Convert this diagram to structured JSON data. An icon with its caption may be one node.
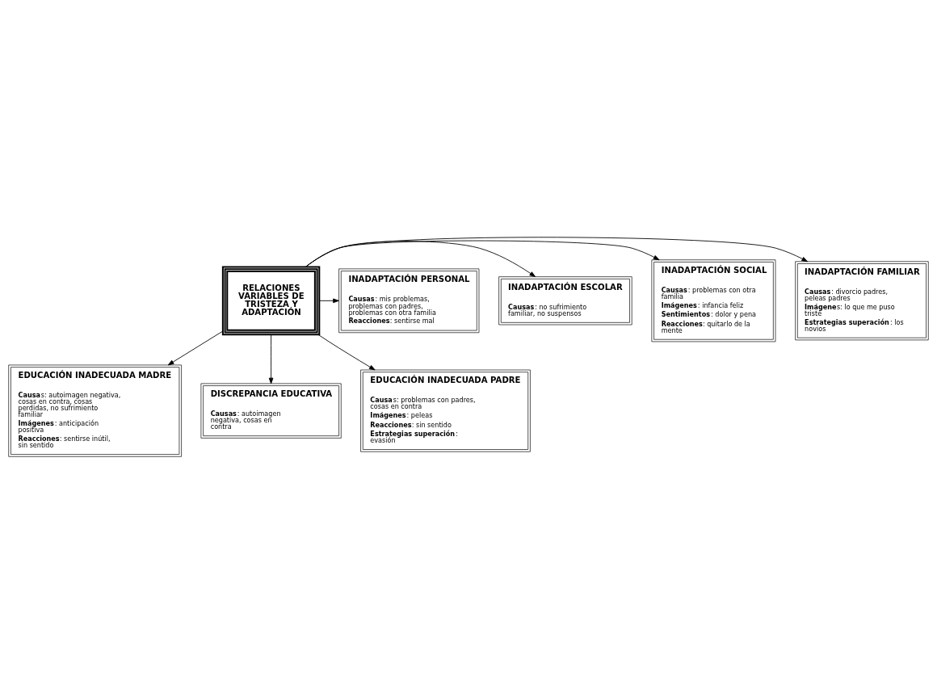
{
  "diagram": {
    "nodes": [
      {
        "text": [
          "RELACIONES VARIABLES DE TRISTEZA Y ADAPTACIÓN"
        ]
      },
      {
        "text": [
          "INADAPTACIÓN PERSONAL",
          "**Causas**: mis problemas, problemas con padres, problemas con otra familia",
          "**Reacciones**: sentirse mal"
        ]
      },
      {
        "text": [
          "INADAPTACIÓN ESCOLAR",
          "**Causas**: no sufrimiento familiar, no suspensos"
        ]
      },
      {
        "text": [
          "INADAPTACIÓN SOCIAL",
          "**Causas**: problemas con otra familia",
          "**Imágenes**: infancia feliz",
          "**Sentimientos**: dolor y pena",
          "**Reacciones**: quitarlo de la mente"
        ]
      },
      {
        "text": [
          "INADAPTACIÓN FAMILIAR",
          "**Causas**: divorcio padres, peleas padres",
          "**Imágene**s: lo que me puso triste",
          "**Estrategias superación**: los novios"
        ]
      },
      {
        "text": [
          "EDUCACIÓN INADECUADA MADRE",
          "**Causa**s: autoimagen negativa, cosas en contra, cosas perdidas, no sufrimiento familiar",
          "**Imágenes**: anticipación positiva",
          "**Reacciones**: sentirse inútil, sin sentido"
        ]
      },
      {
        "text": [
          "DISCREPANCIA EDUCATIVA",
          "**Causas**: autoimagen negativa, cosas en contra"
        ]
      },
      {
        "text": [
          "EDUCACIÓN INADECUADA PADRE",
          "**Causa**s: problemas con padres, cosas en contra",
          "**Imágenes**: peleas",
          "**Reacciones**: sin sentido",
          "**Estrategias superación**: evasión"
        ]
      }
    ],
    "edges": [
      {
        "from": 0,
        "to": 1,
        "arrow": "to"
      },
      {
        "from": 0,
        "to": 2,
        "arrow": "to"
      },
      {
        "from": 0,
        "to": 3,
        "arrow": "to"
      },
      {
        "from": 0,
        "to": 4,
        "arrow": "to"
      },
      {
        "from": 0,
        "to": 5,
        "arrow": "to"
      },
      {
        "from": 0,
        "to": 6,
        "arrow": "to"
      },
      {
        "from": 0,
        "to": 7,
        "arrow": "to"
      }
    ]
  }
}
